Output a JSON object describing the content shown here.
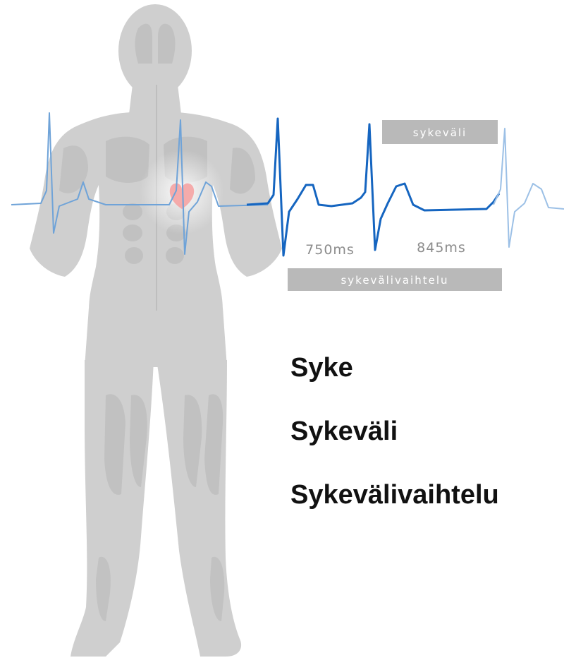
{
  "labels": {
    "interval_bar": "sykeväli",
    "variability_bar": "sykevälivaihtelu",
    "interval_1": "750ms",
    "interval_2": "845ms"
  },
  "terms": [
    "Syke",
    "Sykeväli",
    "Sykevälivaihtelu"
  ],
  "colors": {
    "ecg_strong": "#1565c0",
    "ecg_light": "#6fa3d8",
    "body": "#cfcfcf",
    "body_shade": "#b5b5b5",
    "heart": "#f4a6a6",
    "label_bar": "#b9b9b9",
    "text": "#111111"
  }
}
